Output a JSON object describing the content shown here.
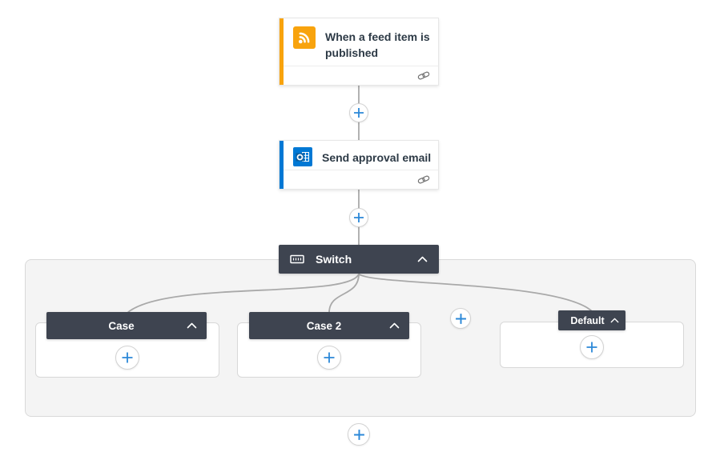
{
  "app": {
    "name": "flow-designer-canvas"
  },
  "colors": {
    "trigger_accent": "#F8A30D",
    "action_accent": "#0078D4",
    "header_dark": "#3E4450",
    "plus_blue": "#2B88D8",
    "connector_gray": "#A9A9A9",
    "scope_bg": "#F4F4F4",
    "scope_border": "#D9D9D9",
    "card_title_text": "#2D3A46"
  },
  "icons": {
    "trigger": "rss-icon",
    "action": "outlook-icon",
    "switch": "switch-keypad-icon",
    "collapse": "chevron-up-icon",
    "insert": "plus-icon",
    "connection": "link-icon"
  },
  "trigger_card": {
    "title": "When a feed item is published"
  },
  "action_card": {
    "title": "Send approval email"
  },
  "switch_block": {
    "label": "Switch"
  },
  "branches": [
    {
      "label": "Case"
    },
    {
      "label": "Case 2"
    },
    {
      "label": "Default"
    }
  ]
}
